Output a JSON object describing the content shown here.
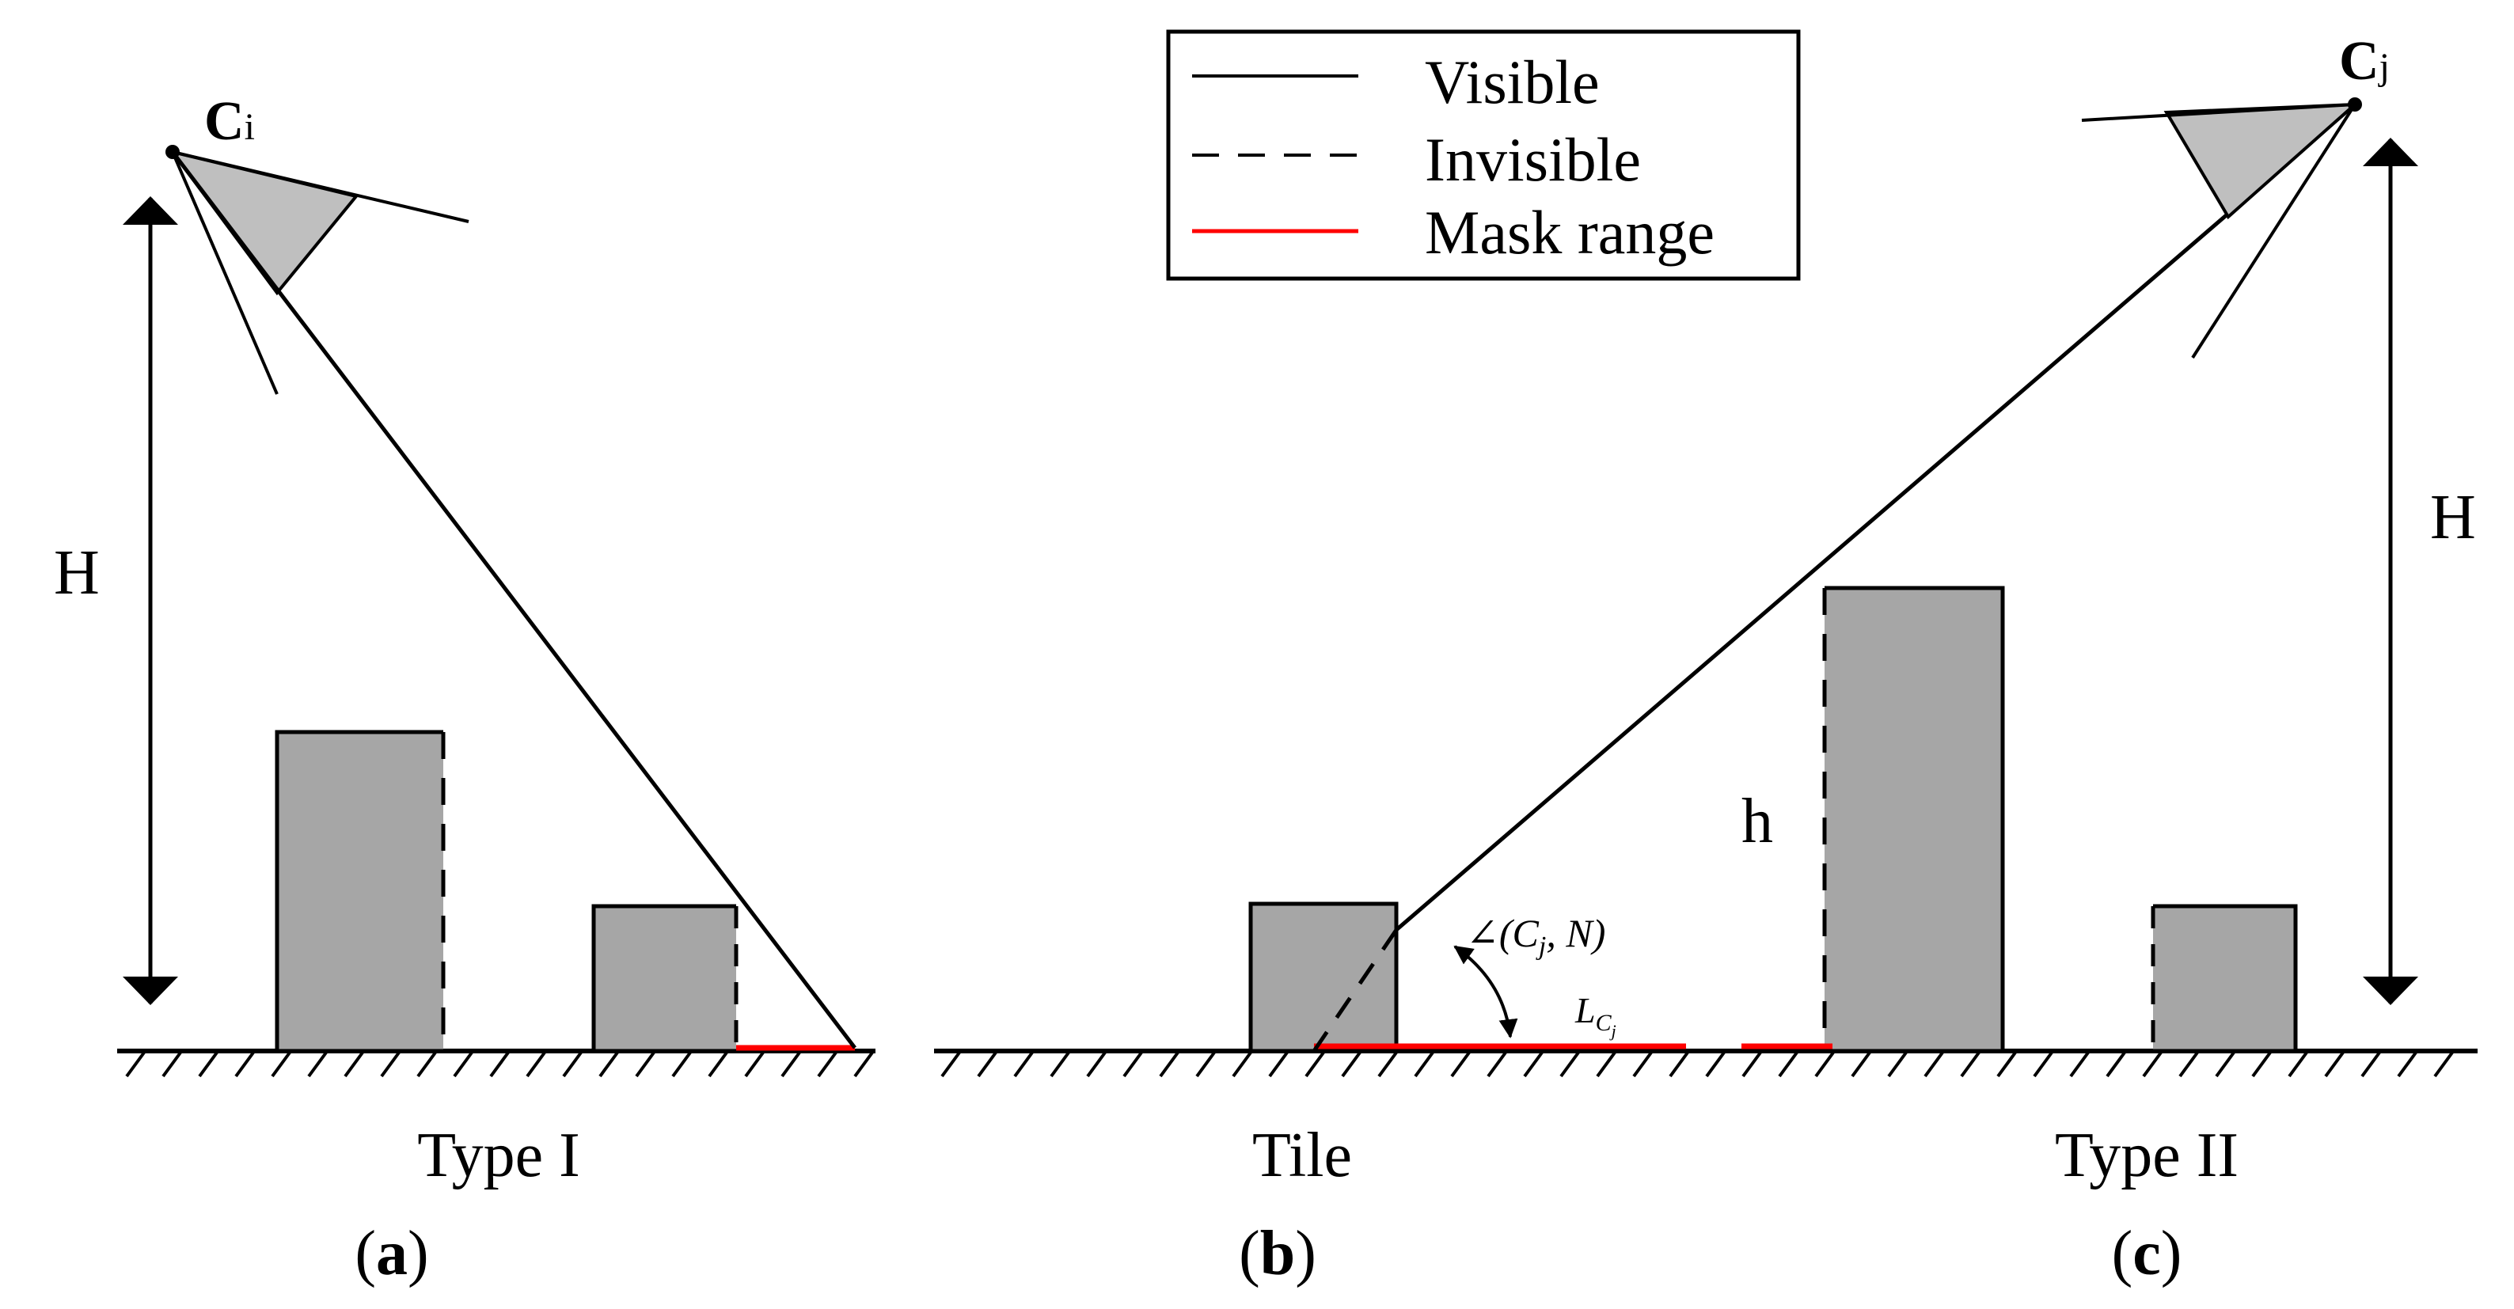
{
  "legend": {
    "visible_label": "Visible",
    "invisible_label": "Invisible",
    "mask_label": "Mask range"
  },
  "panel_a": {
    "camera_main": "C",
    "camera_sub": "i",
    "height_label": "H",
    "type_label": "Type I",
    "caption_open": "(",
    "caption_letter": "a",
    "caption_close": ")"
  },
  "panel_b": {
    "tile_label": "Tile",
    "angle_label": "∠(C",
    "angle_sub": "j",
    "angle_tail": ", N)",
    "length_label": "L",
    "length_sub": "C",
    "length_subsub": "j",
    "caption_open": "(",
    "caption_letter": "b",
    "caption_close": ")"
  },
  "panel_c": {
    "camera_main": "C",
    "camera_sub": "j",
    "height_label": "H",
    "building_height_label": "h",
    "type_label": "Type II",
    "caption_open": "(",
    "caption_letter": "c",
    "caption_close": ")"
  },
  "colors": {
    "building_fill": "#a6a6a6",
    "frustum_fill": "#bfbfbf",
    "mask_red": "#ff0000",
    "line": "#000000"
  }
}
